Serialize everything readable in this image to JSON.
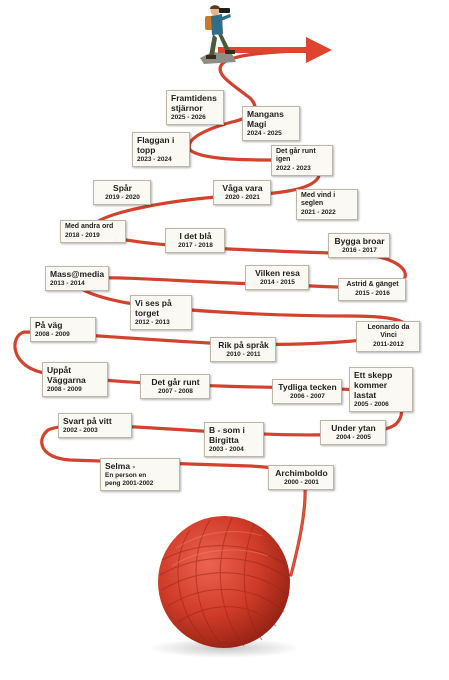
{
  "colors": {
    "yarn": "#d2432f",
    "yarn_dark": "#9d2315",
    "yarn_light": "#e86a55",
    "arrow": "#e0432e",
    "card": "#fbf9f3",
    "text": "#1e1e1e"
  },
  "figure": "hiker-with-binoculars",
  "themes": [
    {
      "id": "archimboldo",
      "title": "Archimboldo",
      "years": "2000 - 2001"
    },
    {
      "id": "selma",
      "title": "Selma -",
      "subtitle": "En person en\npeng 2001-2002"
    },
    {
      "id": "under-ytan",
      "title": "Under ytan",
      "years": "2004 - 2005"
    },
    {
      "id": "b-som-i-birgitta",
      "title": "B - som i\nBirgitta",
      "years": "2003 - 2004"
    },
    {
      "id": "svart-pa-vitt",
      "title": "Svart på vitt",
      "years": "2002 - 2003"
    },
    {
      "id": "ett-skepp",
      "title": "Ett skepp\nkommer lastat",
      "years": "2005 - 2006"
    },
    {
      "id": "tydliga-tecken",
      "title": "Tydliga tecken",
      "years": "2006 - 2007"
    },
    {
      "id": "det-gar-runt",
      "title": "Det går runt",
      "years": "2007 - 2008"
    },
    {
      "id": "uppat-vaggarna",
      "title": "Uppåt\nVäggarna",
      "years": "2008 - 2009"
    },
    {
      "id": "pa-vag",
      "title": "På väg",
      "years": "2008 - 2009"
    },
    {
      "id": "rik-pa-sprak",
      "title": "Rik på språk",
      "years": "2010 - 2011"
    },
    {
      "id": "leonardo",
      "title": "Leonardo da\nVinci",
      "years": "2011-2012"
    },
    {
      "id": "vi-ses-pa-torget",
      "title": "Vi ses på\ntorget",
      "years": "2012 - 2013"
    },
    {
      "id": "mass-media",
      "title": "Mass@media",
      "years": "2013 - 2014"
    },
    {
      "id": "vilken-resa",
      "title": "Vilken resa",
      "years": "2014 - 2015"
    },
    {
      "id": "astrid-ganget",
      "title": "Astrid & gänget",
      "years": "2015 - 2016"
    },
    {
      "id": "bygga-broar",
      "title": "Bygga broar",
      "years": "2016 - 2017"
    },
    {
      "id": "i-det-bla",
      "title": "I det blå",
      "years": "2017 - 2018"
    },
    {
      "id": "med-andra-ord",
      "title": "Med andra ord",
      "years": "2018 - 2019"
    },
    {
      "id": "spar",
      "title": "Spår",
      "years": "2019 - 2020"
    },
    {
      "id": "vaga-vara",
      "title": "Våga vara",
      "years": "2020 - 2021"
    },
    {
      "id": "med-vind-i-seglen",
      "title": "Med vind i\nseglen",
      "years": "2021 - 2022"
    },
    {
      "id": "det-gar-runt-igen",
      "title": "Det går runt\nigen",
      "years": "2022 - 2023"
    },
    {
      "id": "flaggan-i-topp",
      "title": "Flaggan i\ntopp",
      "years": "2023 - 2024"
    },
    {
      "id": "mangans-magi",
      "title": "Mangans\nMagi",
      "years": "2024 - 2025"
    },
    {
      "id": "framtidens-stjarnor",
      "title": "Framtidens\nstjärnor",
      "years": "2025 - 2026"
    }
  ]
}
